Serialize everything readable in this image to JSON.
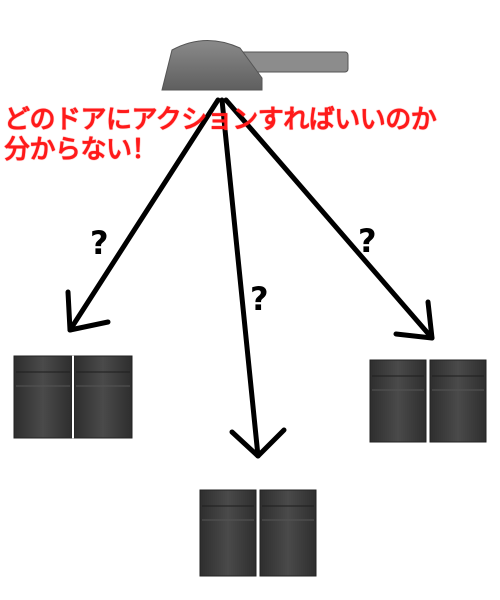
{
  "caption": {
    "line1": "どのドアにアクションすればいいのか",
    "line2": "分からない！",
    "color": "#ff1a1a"
  },
  "arrows": [
    {
      "id": "left",
      "question_label": "?"
    },
    {
      "id": "middle",
      "question_label": "?"
    },
    {
      "id": "right",
      "question_label": "?"
    }
  ],
  "doors": [
    {
      "id": "left-door"
    },
    {
      "id": "middle-door"
    },
    {
      "id": "right-door"
    }
  ],
  "colors": {
    "turret_body": "#6f6f6f",
    "turret_barrel": "#8a8a8a",
    "door_metal": "#3b3b3b",
    "arrow": "#000000"
  },
  "icons": {
    "turret": "turret-icon",
    "door": "double-door-icon",
    "arrow": "arrow-icon",
    "question": "question-mark-icon"
  }
}
